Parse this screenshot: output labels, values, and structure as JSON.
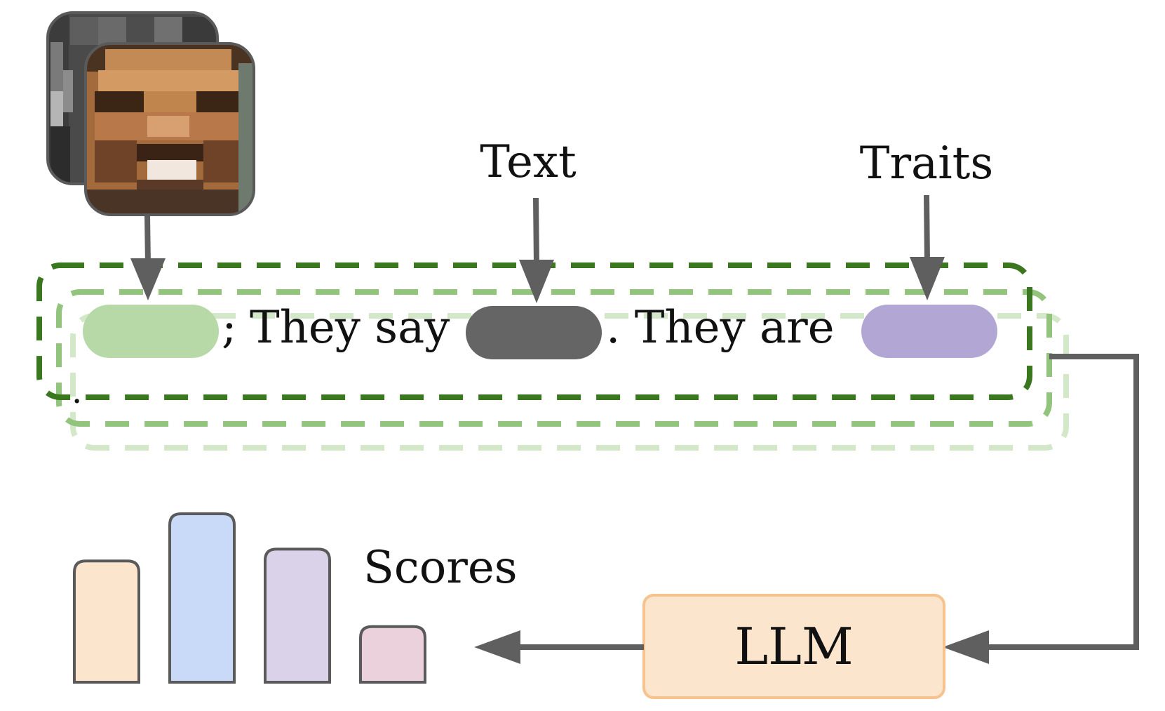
{
  "labels": {
    "text": "Text",
    "traits": "Traits",
    "scores": "Scores",
    "llm": "LLM"
  },
  "prompt": {
    "separator": ";",
    "part1": "They say",
    "part2": ". They are",
    "trailing": "."
  },
  "slots": {
    "image_color": "#b7d9a8",
    "text_color": "#656565",
    "traits_color": "#b2a6d4"
  },
  "score_bars": [
    {
      "color": "#fce5cd",
      "value": 0.72
    },
    {
      "color": "#c9daf8",
      "value": 1.0
    },
    {
      "color": "#d9d2e9",
      "value": 0.79
    },
    {
      "color": "#ead1dc",
      "value": 0.33
    }
  ],
  "colors": {
    "frame_front": "#3a771f",
    "frame_mid": "#93c47d",
    "frame_back": "#d2e8c8",
    "arrow": "#5f5f5f",
    "llm_fill": "#fce5cd",
    "llm_stroke": "#f6c28e"
  },
  "icons": {
    "face_image": "pixelated-face-icon",
    "back_image": "pixelated-grayscale-image-icon"
  }
}
